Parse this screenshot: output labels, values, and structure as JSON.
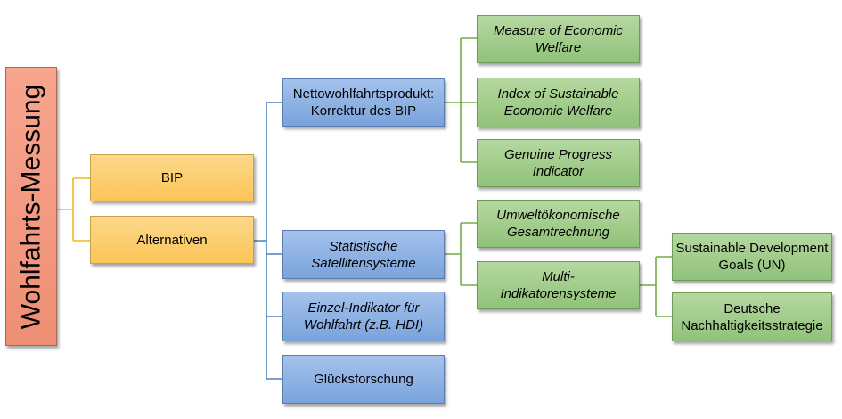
{
  "root": {
    "label": "Wohlfahrts-Messung"
  },
  "level1": {
    "bip": "BIP",
    "alternativen": "Alternativen"
  },
  "level2": {
    "nettowohlfahrt": "Nettowohlfahrtsprodukt: Korrektur des BIP",
    "satelliten": "Statistische Satellitensysteme",
    "einzel": "Einzel-Indikator für Wohlfahrt (z.B. HDI)",
    "gluecks": "Glücksforschung"
  },
  "level3": {
    "mew": "Measure of Economic Welfare",
    "isew": "Index of Sustainable Economic Welfare",
    "gpi": "Genuine Progress Indicator",
    "ugr": "Umweltökonomische Gesamtrechnung",
    "multi": "Multi-Indikatorensysteme"
  },
  "level4": {
    "sdg": "Sustainable Development Goals (UN)",
    "dns": "Deutsche Nachhaltigkeitsstrategie"
  },
  "colors": {
    "root": "#f4997e",
    "yellow": "#fcd06f",
    "blue": "#8fb3e5",
    "green": "#a3cd8d",
    "line_yellow": "#f2b820",
    "line_blue": "#4f81bd",
    "line_green": "#70ad47"
  }
}
